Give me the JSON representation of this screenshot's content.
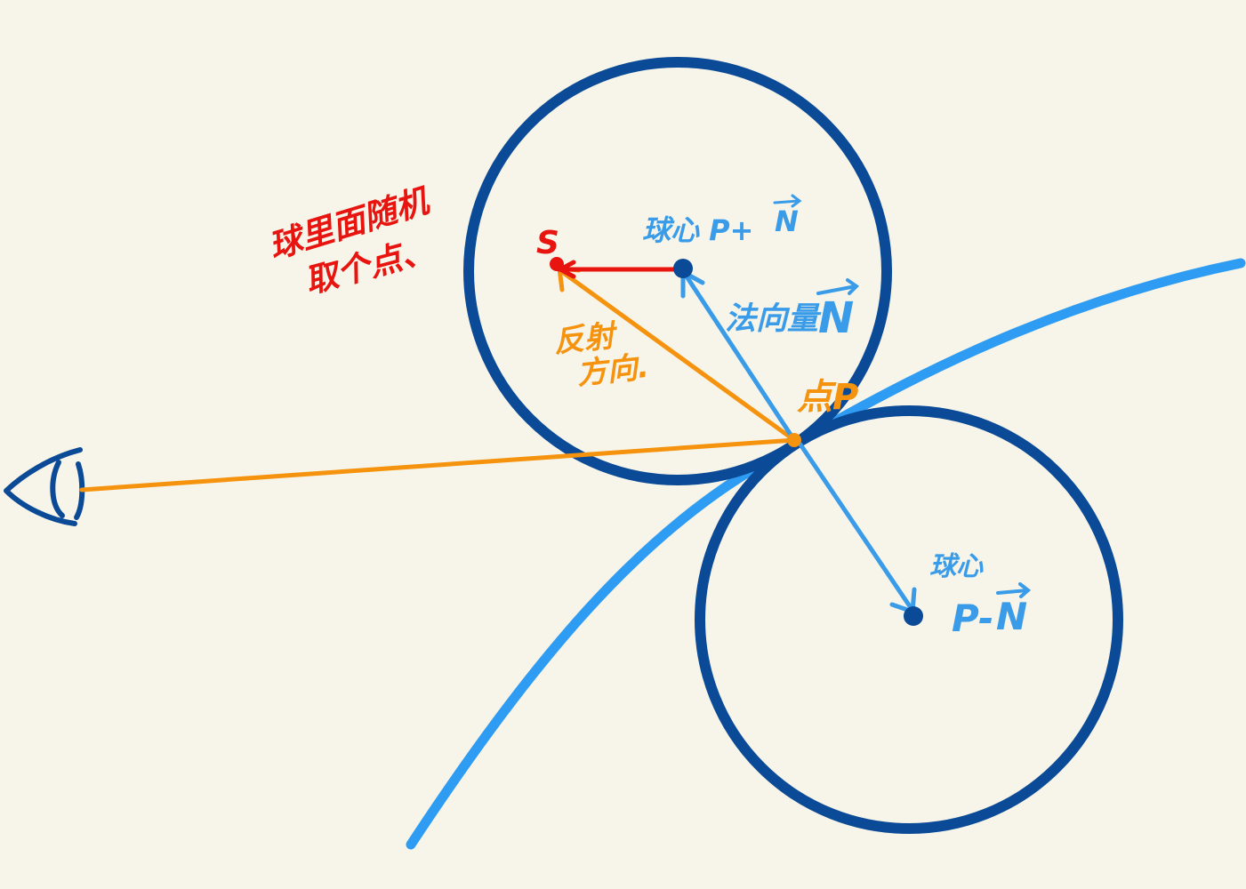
{
  "colors": {
    "background": "#f7f5ea",
    "sphere": "#0b4a96",
    "surface": "#2e9cf2",
    "normal": "#3a9ce8",
    "ray": "#f5930f",
    "random": "#e8140f",
    "eye": "#0b4a96"
  },
  "labels": {
    "random_point_line1": "球里面随机",
    "random_point_line2": "取个点、",
    "s": "S",
    "center_upper": "球心  P+",
    "n_symbol": "N",
    "normal_vector": "法向量",
    "reflect_line1": "反射",
    "reflect_line2": "方向.",
    "point_p": "点P",
    "center_lower": "球心",
    "p_minus": "P-"
  }
}
